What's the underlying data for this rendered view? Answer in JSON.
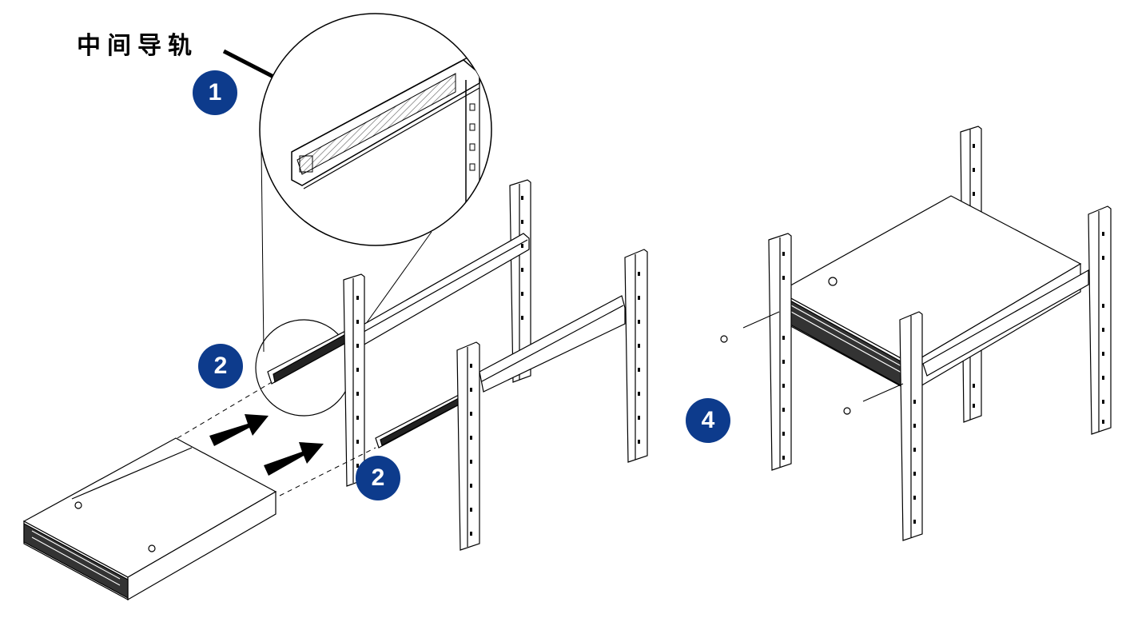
{
  "callout": {
    "label": "中间导轨"
  },
  "steps": [
    {
      "number": "1"
    },
    {
      "number": "2"
    },
    {
      "number": "2"
    },
    {
      "number": "4"
    }
  ],
  "colors": {
    "badge": "#0d3b8c",
    "line": "#000000",
    "hatch": "#555555"
  }
}
